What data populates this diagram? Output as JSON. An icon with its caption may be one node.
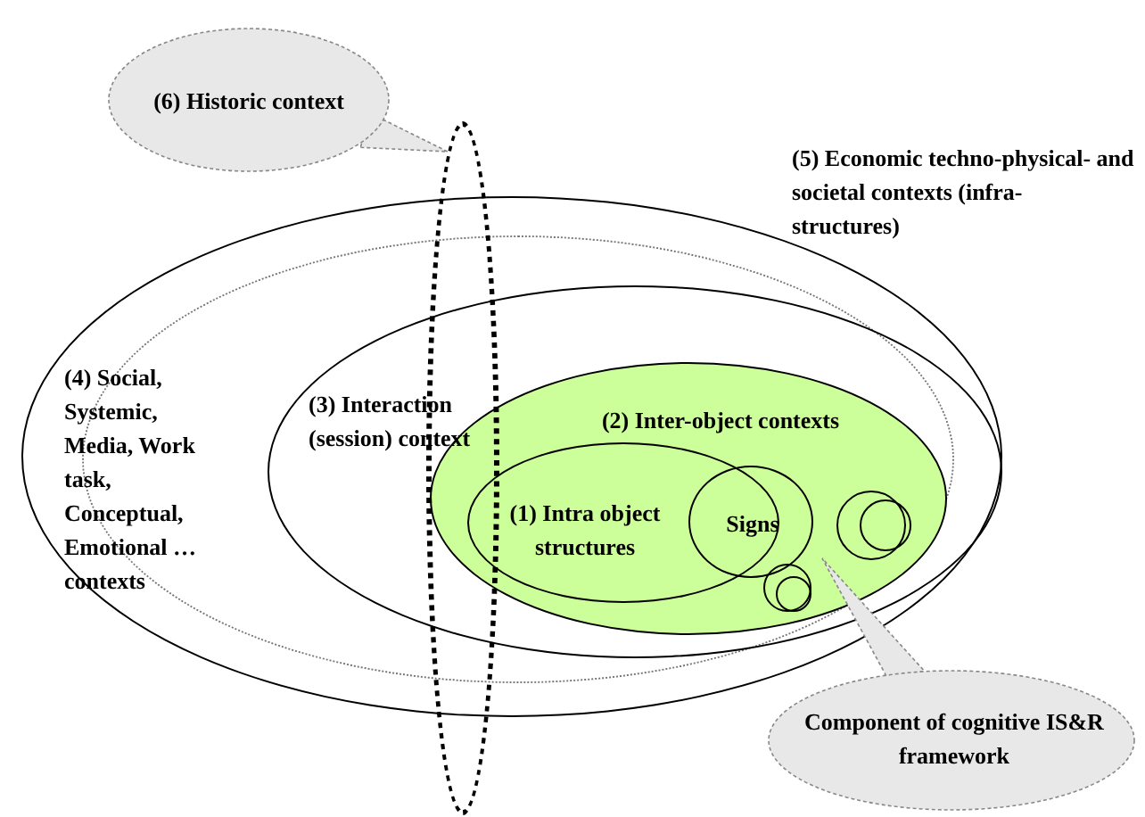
{
  "diagram": {
    "nodes": [
      {
        "text": [],
        "shape": "ellipse"
      },
      {
        "text": [
          "(4) Social, Systemic, Media, Work task, Conceptual, Emotional … contexts"
        ],
        "in": 0
      },
      {
        "text": [
          "(3) Interaction (session) context"
        ],
        "in": 1
      },
      {
        "text": [
          "(2) Inter-object contexts"
        ],
        "in": 2
      },
      {
        "text": [
          "(1) Intra object structures"
        ],
        "in": 3
      },
      {
        "text": [
          "Signs"
        ],
        "in": 3
      },
      {
        "text": [],
        "shape": "circle",
        "in": 3
      },
      {
        "text": [],
        "shape": "circle",
        "in": 6
      },
      {
        "text": [],
        "shape": "circle",
        "in": 3
      },
      {
        "text": [],
        "shape": "circle",
        "in": 8
      },
      {
        "text": [],
        "shape": "ellipse"
      },
      {
        "text": [
          "(6) Historic context"
        ]
      },
      {
        "text": [
          "Component of cognitive IS&R framework"
        ]
      }
    ],
    "edges": [
      {
        "from": 11,
        "to": 10,
        "arrow": "none"
      },
      {
        "from": 12,
        "to": 3,
        "arrow": "none"
      }
    ],
    "labels": [
      "(5) Economic techno-physical- and societal contexts (infra-structures)"
    ]
  }
}
